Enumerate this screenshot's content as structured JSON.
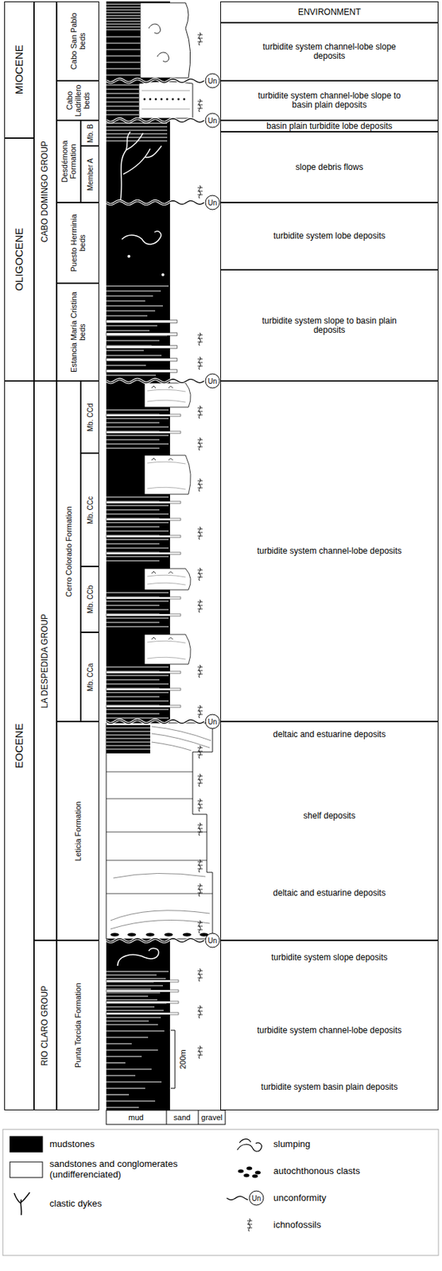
{
  "diagram": {
    "nodes": [
      {
        "text": [
          "MIOCENE"
        ]
      },
      {
        "text": [
          "OLIGOCENE"
        ]
      },
      {
        "text": [
          "EOCENE"
        ]
      },
      {
        "text": [
          "CABO DOMINGO GROUP"
        ]
      },
      {
        "text": [
          "LA DESPEDIDA GROUP"
        ]
      },
      {
        "text": [
          "RIO CLARO GROUP"
        ]
      },
      {
        "text": [
          "Cabo San Pablo beds"
        ]
      },
      {
        "text": [
          "Cabo Ladrillero beds"
        ]
      },
      {
        "text": [
          "Desdémona Formation"
        ]
      },
      {
        "text": [
          "Mb. B"
        ]
      },
      {
        "text": [
          "Member A"
        ]
      },
      {
        "text": [
          "Puesto Herminia beds"
        ]
      },
      {
        "text": [
          "Estancia María Cristina beds"
        ]
      },
      {
        "text": [
          "Cerro Colorado Formation"
        ]
      },
      {
        "text": [
          "Mb. CCd"
        ]
      },
      {
        "text": [
          "Mb. CCc"
        ]
      },
      {
        "text": [
          "Mb. CCb"
        ]
      },
      {
        "text": [
          "Mb. CCa"
        ]
      },
      {
        "text": [
          "Leticia Formation"
        ]
      },
      {
        "text": [
          "Punta Torcida Formation"
        ]
      },
      {
        "text": [
          "ENVIRONMENT"
        ]
      },
      {
        "text": [
          "turbidite system channel-lobe slope deposits"
        ]
      },
      {
        "text": [
          "turbidite system channel-lobe slope to basin plain deposits"
        ]
      },
      {
        "text": [
          "basin plain turbidite lobe deposits"
        ]
      },
      {
        "text": [
          "slope debris flows"
        ]
      },
      {
        "text": [
          "turbidite system lobe deposits"
        ]
      },
      {
        "text": [
          "turbidite system slope to basin plain deposits"
        ]
      },
      {
        "text": [
          "turbidite system channel-lobe deposits"
        ]
      },
      {
        "text": [
          "deltaic and estuarine deposits",
          "shelf deposits",
          "deltaic and estuarine deposits"
        ]
      },
      {
        "text": [
          "turbidite system slope deposits",
          "turbidite system channel-lobe deposits",
          "turbidite system basin plain deposits"
        ]
      }
    ],
    "labels": [
      "Un",
      "Un",
      "Un",
      "Un",
      "Un",
      "Un",
      "200m",
      "mud",
      "sand",
      "gravel",
      "Un"
    ],
    "legend": [
      {
        "text": "mudstones",
        "color": "#000000"
      },
      {
        "text": "sandstones and conglomerates (undifferenciated)",
        "color": "#ffffff"
      },
      {
        "text": "clastic dykes"
      },
      {
        "text": "slumping"
      },
      {
        "text": "autochthonous clasts"
      },
      {
        "text": "unconformity"
      },
      {
        "text": "ichnofossils"
      }
    ]
  }
}
